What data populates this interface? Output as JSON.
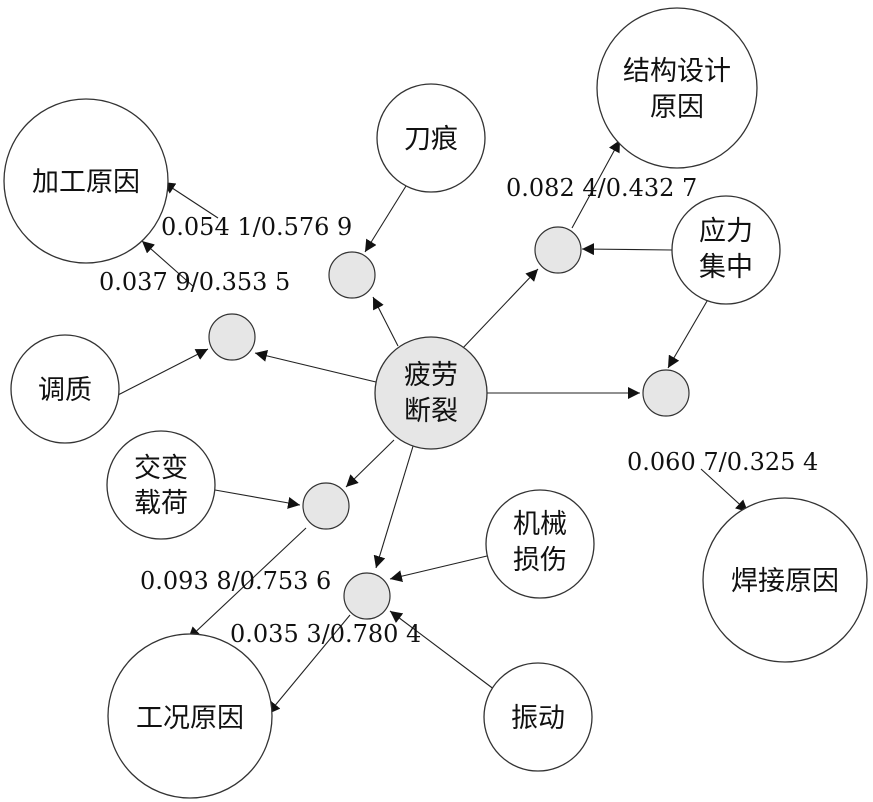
{
  "nodes": {
    "fatigue_fracture": [
      "疲劳",
      "断裂"
    ],
    "machining_cause": [
      "加工原因"
    ],
    "tool_mark": [
      "刀痕"
    ],
    "quench_temper": [
      "调质"
    ],
    "alternating_load": [
      "交变",
      "载荷"
    ],
    "working_condition_cause": [
      "工况原因"
    ],
    "mechanical_damage": [
      "机械",
      "损伤"
    ],
    "vibration": [
      "振动"
    ],
    "structural_design_cause": [
      "结构设计",
      "原因"
    ],
    "stress_concentration": [
      "应力",
      "集中"
    ],
    "welding_cause": [
      "焊接原因"
    ]
  },
  "edge_labels": {
    "machining_tool_mark": "0.054 1/0.576 9",
    "machining_quench_temper": "0.037 9/0.353 5",
    "structural_design": "0.082 4/0.432 7",
    "welding": "0.060 7/0.325 4",
    "working_condition_load": "0.093 8/0.753 6",
    "working_condition_vibration": "0.035 3/0.780 4"
  }
}
